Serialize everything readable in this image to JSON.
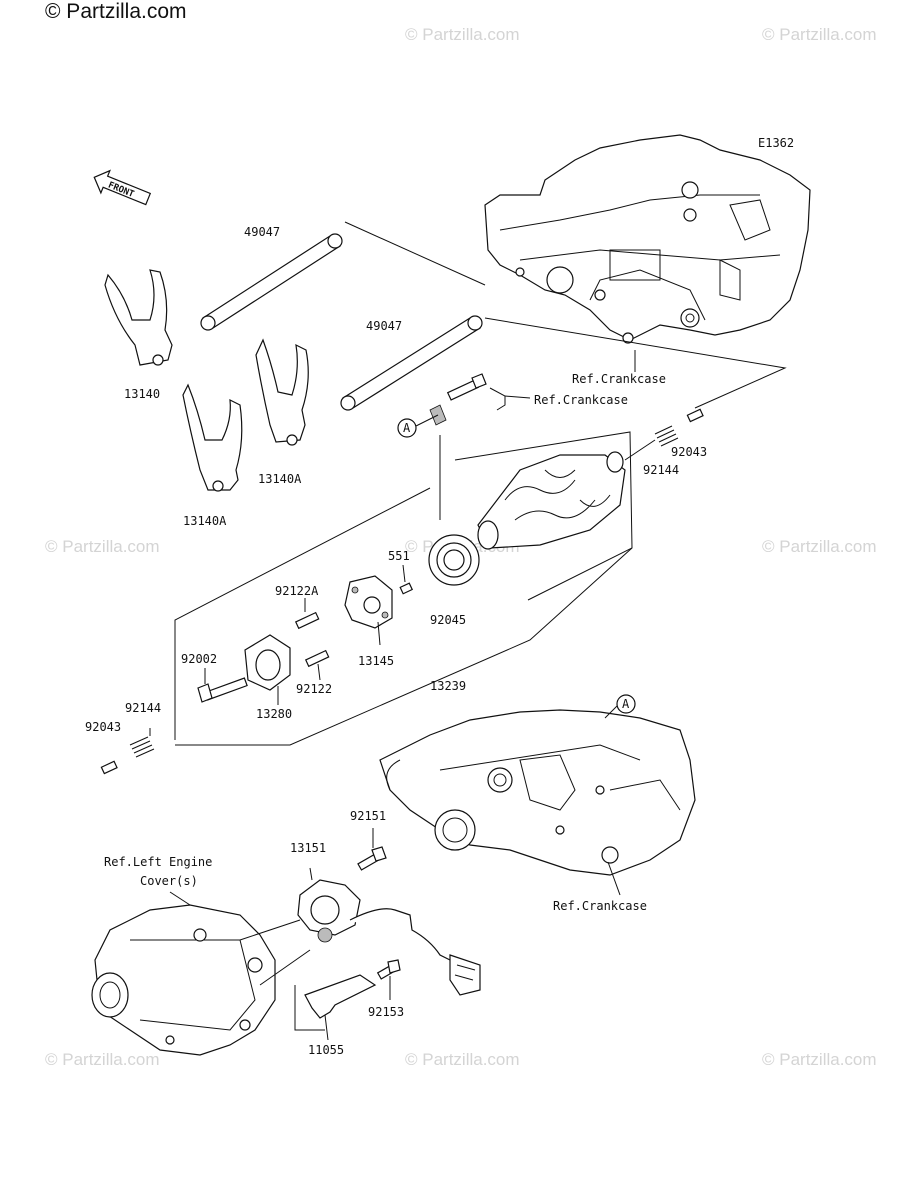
{
  "watermark": {
    "logo": "© Partzilla.com",
    "text": "© Partzilla.com"
  },
  "diagram_code": "E1362",
  "front_label": "FRONT",
  "callout_marker": "A",
  "parts": {
    "shaft_upper": "49047",
    "shaft_lower": "49047",
    "fork_left": "13140",
    "fork_center": "13140A",
    "fork_lower": "13140A",
    "spring_pin_right": "92043",
    "spring_right": "92144",
    "bearing": "92045",
    "pin_551": "551",
    "pin_upper": "92122A",
    "pin_lower": "92122",
    "holder_13145": "13145",
    "drum_13239": "13239",
    "bolt_92002": "92002",
    "guide_13280": "13280",
    "spring_left": "92144",
    "spring_pin_left": "92043",
    "bolt_92151": "92151",
    "sensor_13151": "13151",
    "bolt_92153": "92153",
    "clamp_11055": "11055"
  },
  "refs": {
    "crankcase_top": "Ref.Crankcase",
    "crankcase_bolt": "Ref.Crankcase",
    "crankcase_bottom": "Ref.Crankcase",
    "left_cover_line1": "Ref.Left Engine",
    "left_cover_line2": "Cover(s)"
  }
}
